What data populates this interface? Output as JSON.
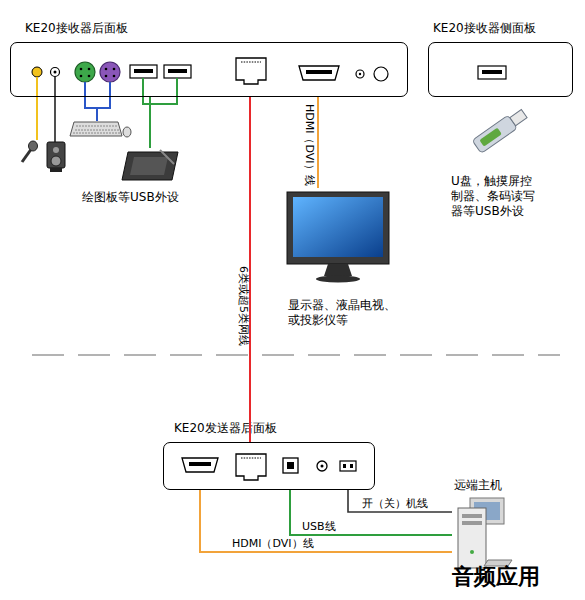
{
  "diagram": {
    "nodes": [
      {
        "text": [
          "KE20接收器后面板"
        ]
      },
      {
        "text": [
          "KE20接收器侧面板"
        ]
      },
      {
        "text": [
          "绘图板等USB外设"
        ]
      },
      {
        "text": [
          "显示器、液晶电视、或投影仪等"
        ]
      },
      {
        "text": [
          "U盘，触摸屏控制器、条码读写器等USB外设"
        ]
      },
      {
        "text": [
          "KE20发送器后面板"
        ]
      },
      {
        "text": [
          "远端主机"
        ]
      }
    ],
    "edges": [
      {
        "from": 0,
        "to": 2,
        "arrow": "none"
      },
      {
        "from": 0,
        "to": 3,
        "label": "HDMI（DVI）线",
        "arrow": "none"
      },
      {
        "from": 0,
        "to": 5,
        "label": "6类或超5类网线",
        "arrow": "none"
      },
      {
        "from": 5,
        "to": 6,
        "label": "开（关）机线",
        "arrow": "none"
      },
      {
        "from": 5,
        "to": 6,
        "label": "USB线",
        "arrow": "none"
      },
      {
        "from": 5,
        "to": 6,
        "label": "HDMI（DVI）线",
        "arrow": "none"
      }
    ],
    "labels": [
      "音频应用"
    ]
  }
}
